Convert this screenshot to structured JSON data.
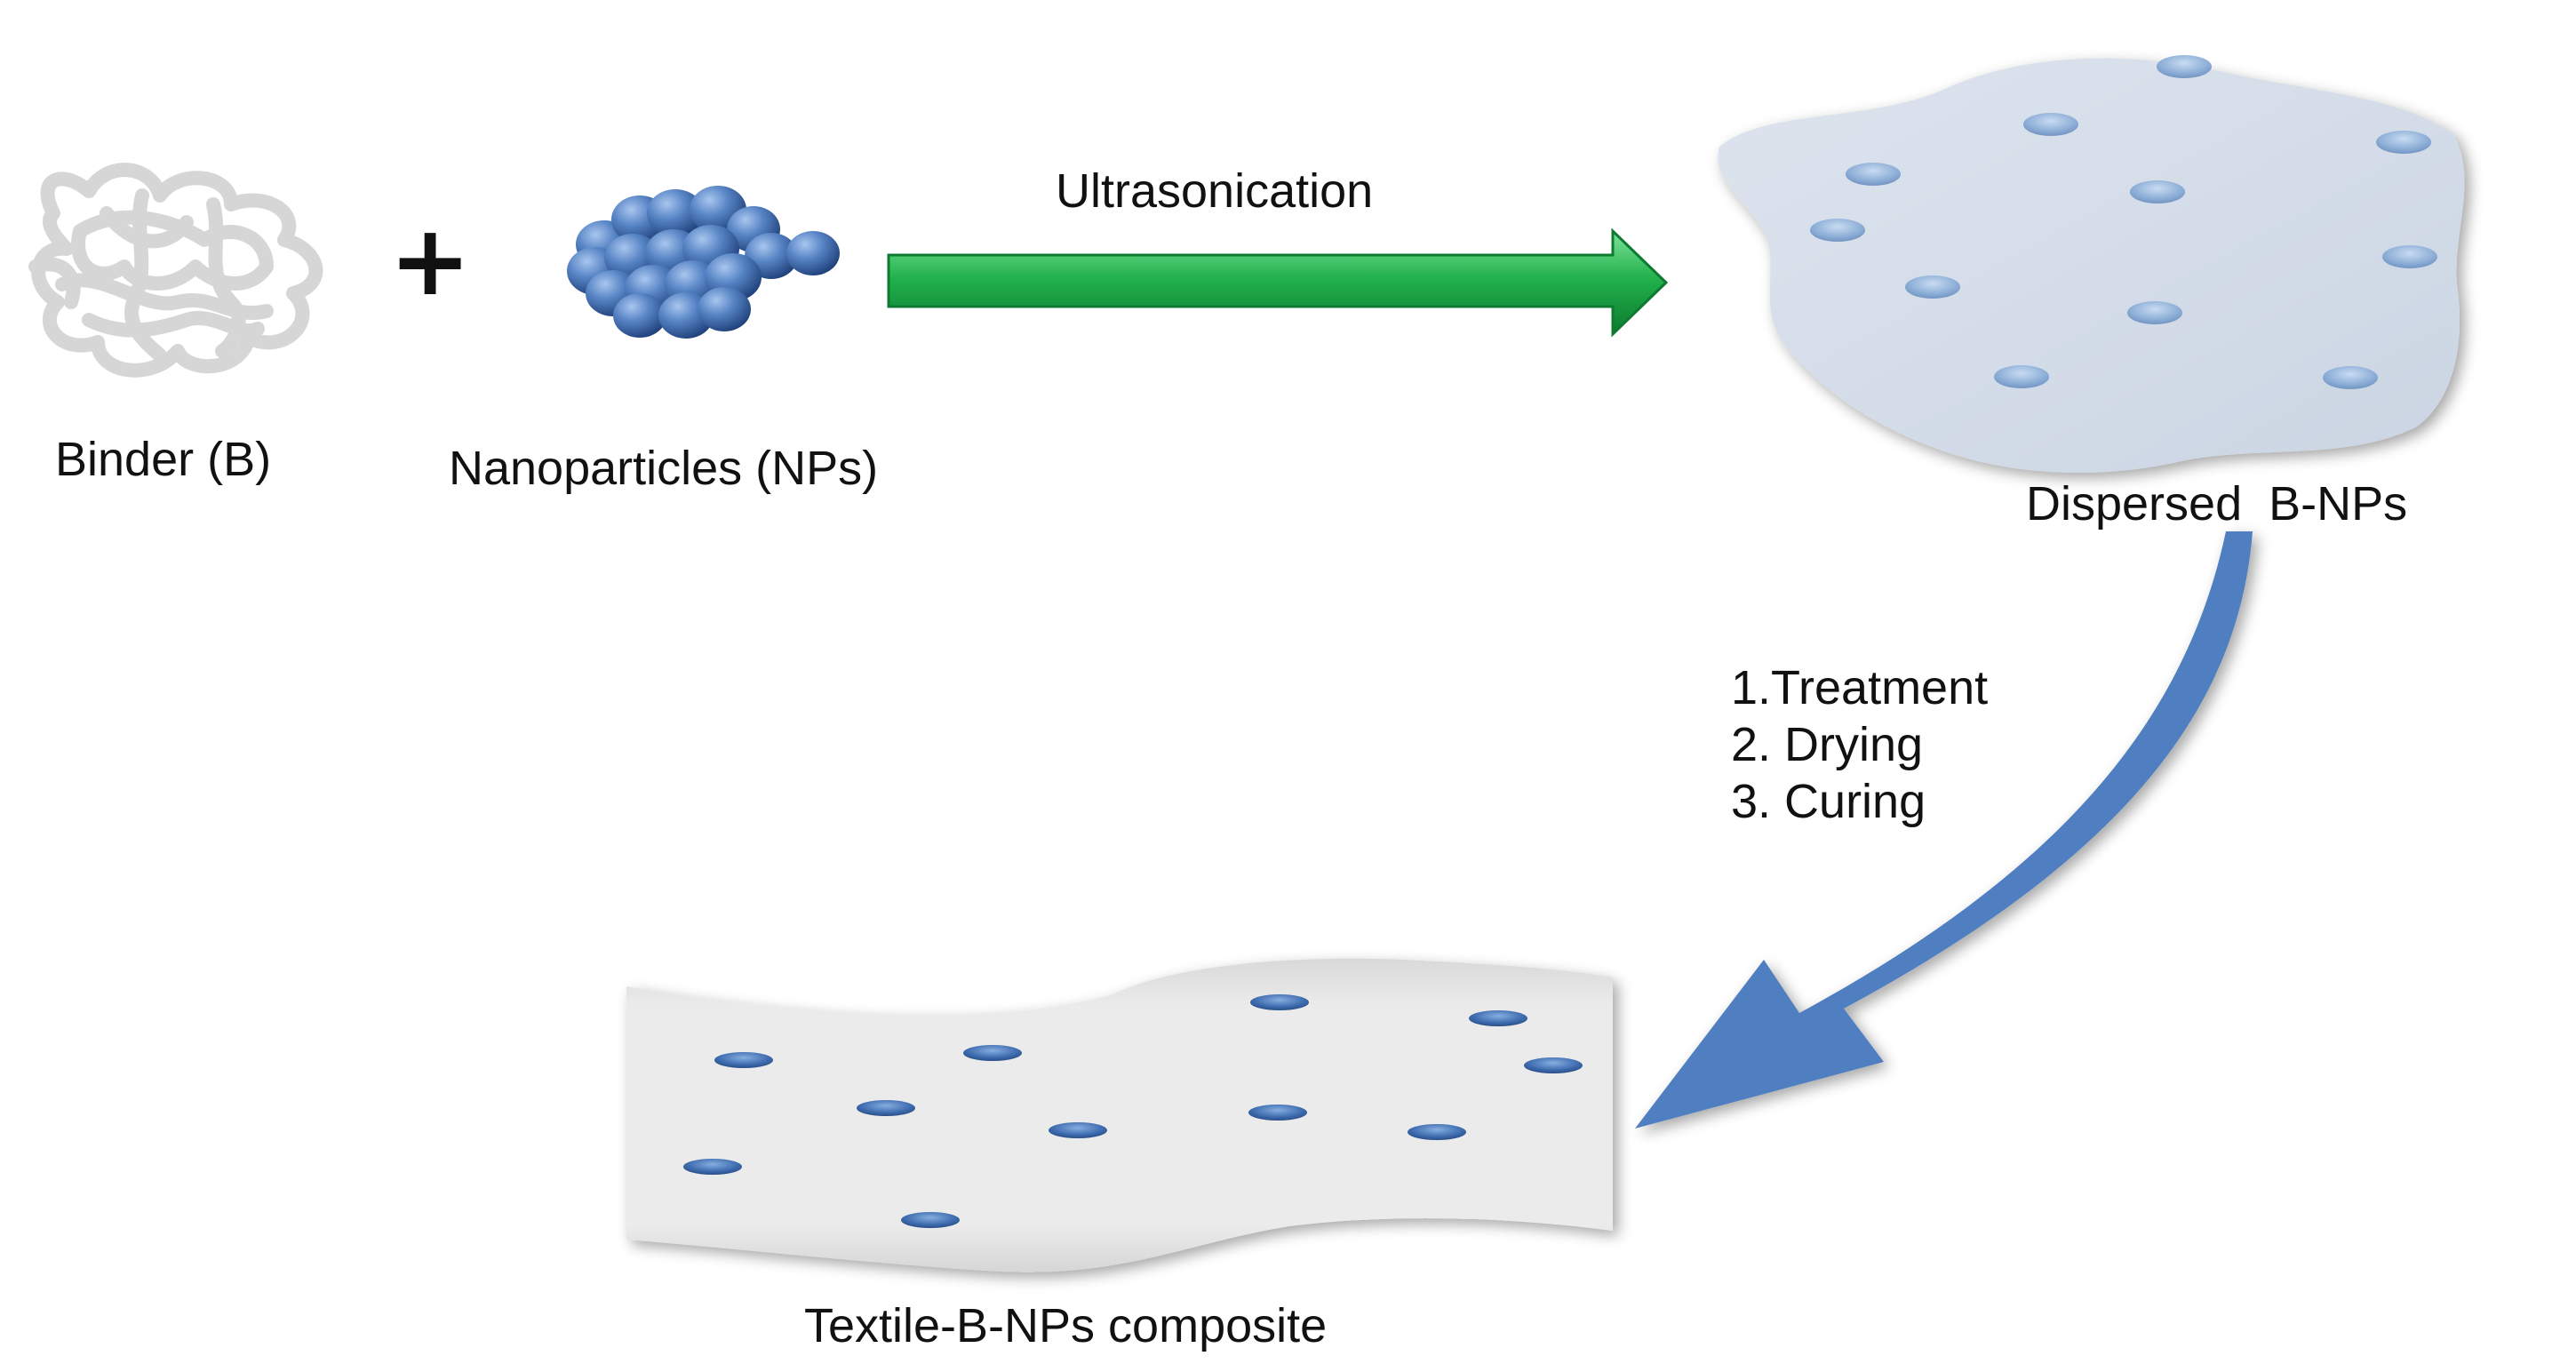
{
  "labels": {
    "binder": "Binder (B)",
    "nanoparticles": "Nanoparticles (NPs)",
    "ultrasonication": "Ultrasonication",
    "dispersed": "Dispersed  B-NPs",
    "step1": "1.Treatment",
    "step2": "2. Drying",
    "step3": "3. Curing",
    "composite": "Textile-B-NPs composite"
  },
  "plus_symbol": "+",
  "colors": {
    "binder_gray": "#d4d4d4",
    "nanoparticle_blue": "#4a78b8",
    "arrow_green": "#1fb04a",
    "dispersion_blob": "#d3dce8",
    "curved_arrow_blue": "#4f7fc0",
    "textile_gray": "#e4e4e4",
    "text": "#111111"
  },
  "icons": {
    "binder": "tangled-binder-icon",
    "nanoparticles": "nanoparticle-cluster-icon",
    "process_arrow": "right-arrow-icon",
    "dispersion": "dispersion-blob-icon",
    "treatment_arrow": "curved-arrow-icon",
    "textile": "textile-sheet-icon"
  }
}
